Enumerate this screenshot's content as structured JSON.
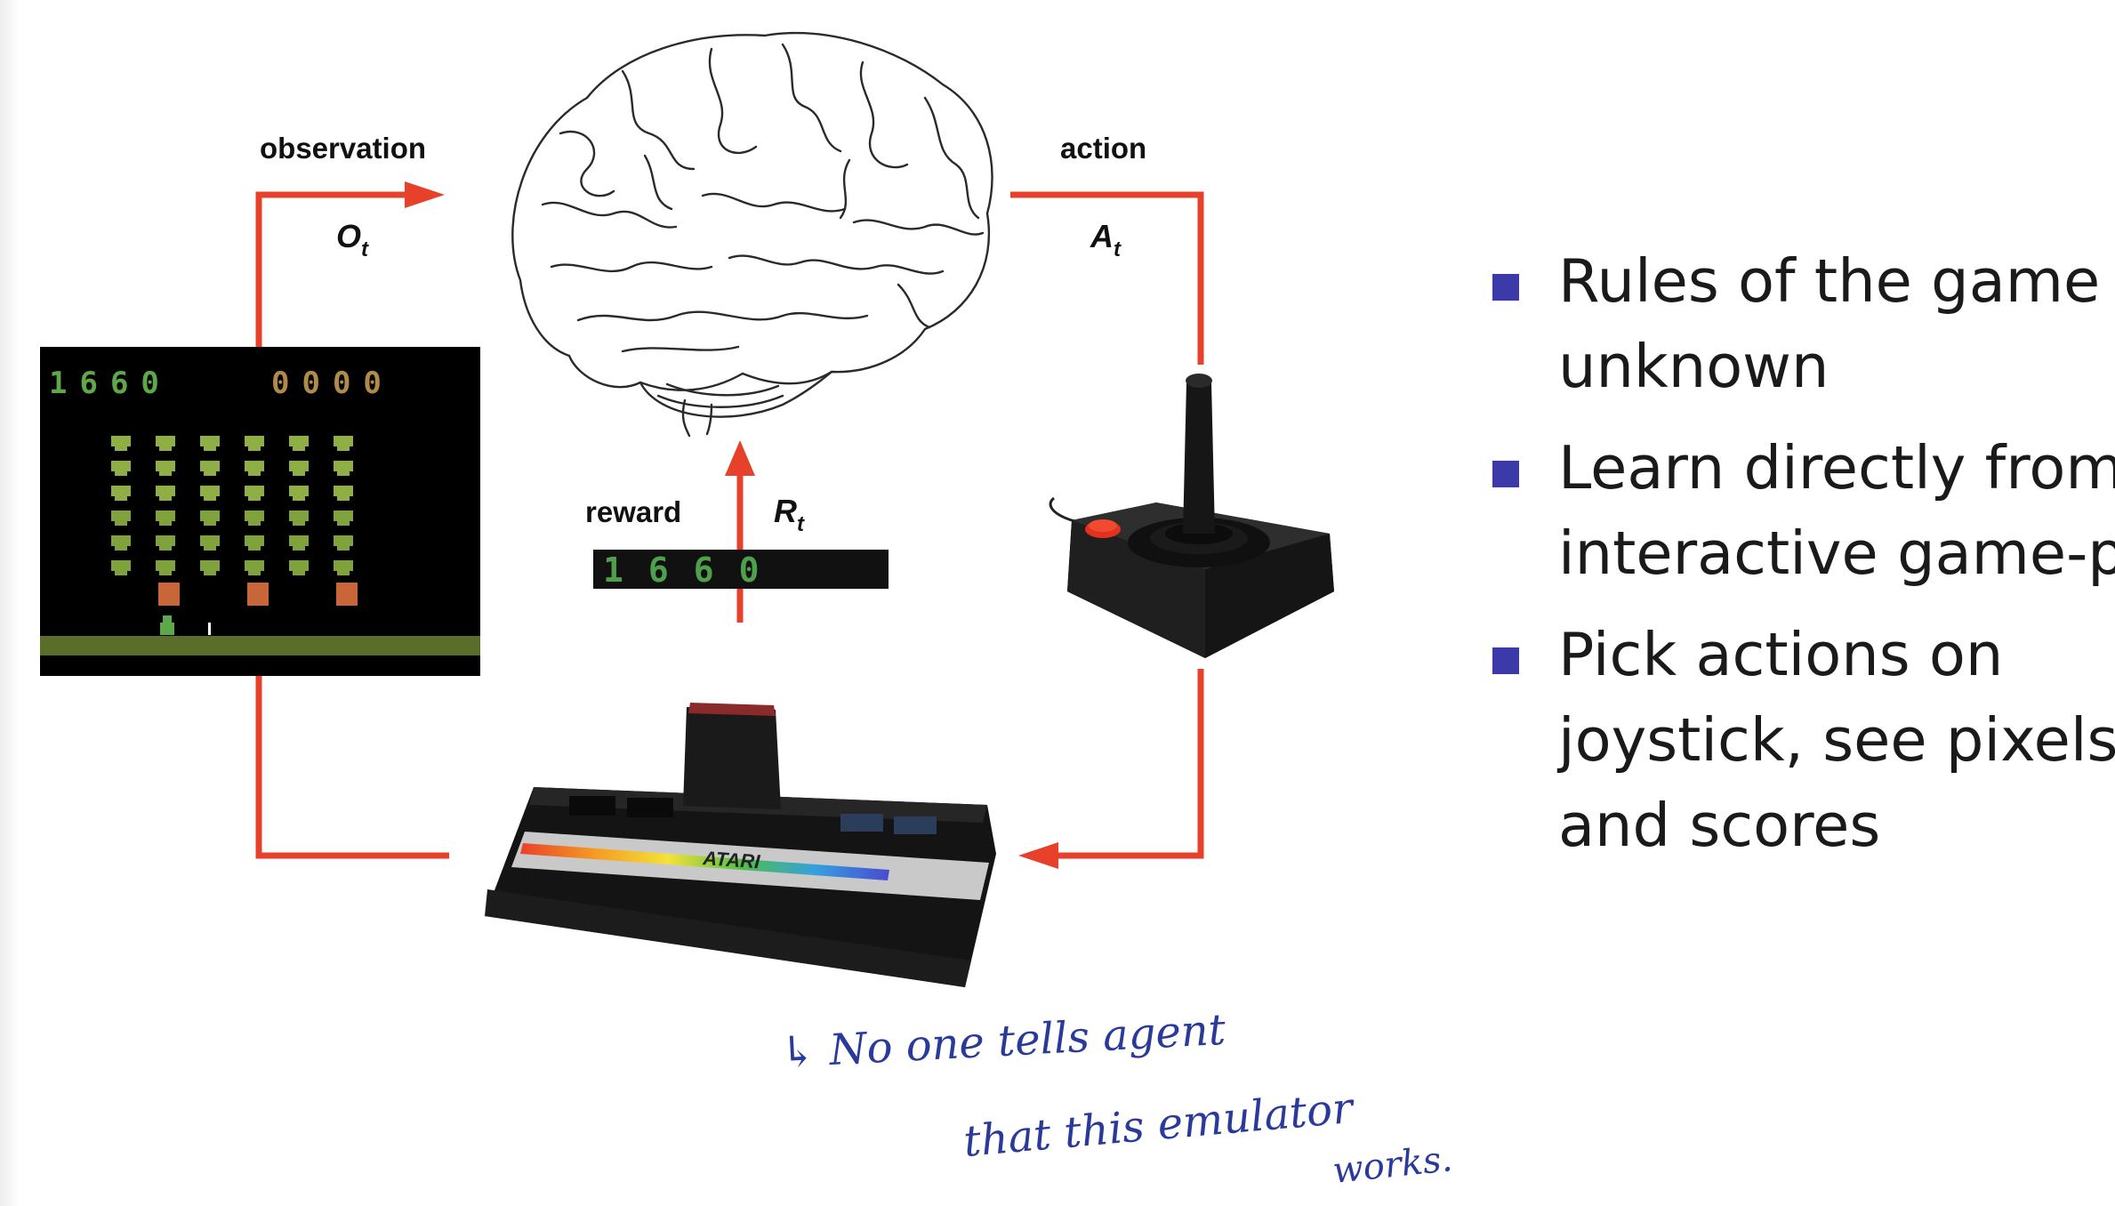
{
  "diagram": {
    "observation_label": "observation",
    "observation_symbol": "O",
    "observation_sub": "t",
    "action_label": "action",
    "action_symbol": "A",
    "action_sub": "t",
    "reward_label": "reward",
    "reward_symbol": "R",
    "reward_sub": "t",
    "arrow_color": "#e8412b",
    "screen": {
      "score_left": "1660",
      "score_right": "0000"
    },
    "reward_display": "1660",
    "console_brand": "ATARI"
  },
  "bullets": [
    {
      "lines": [
        "Rules of the game a",
        "unknown"
      ]
    },
    {
      "lines": [
        "Learn directly from",
        "interactive game-pla"
      ]
    },
    {
      "lines": [
        "Pick actions on",
        "joystick, see pixels",
        "and scores"
      ]
    }
  ],
  "bullet_color": "#3c3aa8",
  "handwritten_note": {
    "line1": "↳ No one tells agent",
    "line2": "that this emulator",
    "line3": "works."
  },
  "icons": [
    "brain-illustration",
    "space-invaders-screen",
    "joystick-icon",
    "atari-console-icon"
  ]
}
